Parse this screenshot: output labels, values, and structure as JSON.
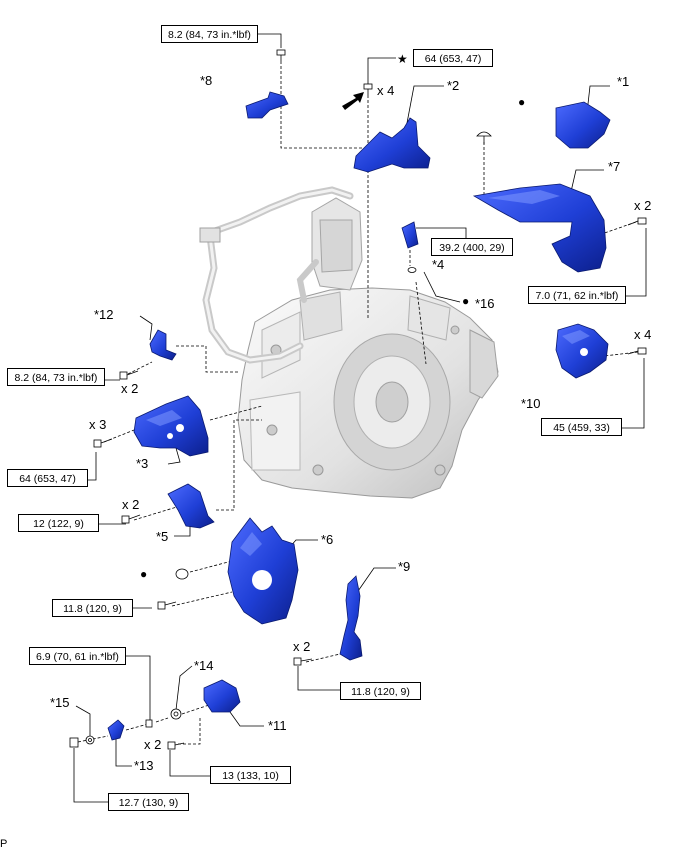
{
  "torque_boxes": {
    "t1": "8.2 (84, 73 in.*lbf)",
    "t2": "64 (653, 47)",
    "t3": "39.2 (400, 29)",
    "t4": "7.0 (71, 62 in.*lbf)",
    "t5": "8.2 (84, 73 in.*lbf)",
    "t6": "45 (459, 33)",
    "t7": "64 (653, 47)",
    "t8": "12 (122, 9)",
    "t9": "11.8 (120, 9)",
    "t10": "6.9 (70, 61 in.*lbf)",
    "t11": "11.8 (120, 9)",
    "t12": "13 (133, 10)",
    "t13": "12.7 (130, 9)"
  },
  "part_labels": {
    "p1": "*1",
    "p2": "*2",
    "p3": "*3",
    "p4": "*4",
    "p5": "*5",
    "p6": "*6",
    "p7": "*7",
    "p8": "*8",
    "p9": "*9",
    "p10": "*10",
    "p11": "*11",
    "p12": "*12",
    "p13": "*13",
    "p14": "*14",
    "p15": "*15",
    "p16": "*16"
  },
  "quantity_labels": {
    "q1": "x 4",
    "q2": "x 2",
    "q3": "x 4",
    "q4": "x 2",
    "q5": "x 3",
    "q6": "x 2",
    "q7": "x 2",
    "q8": "x 2"
  },
  "symbols": {
    "star": "★",
    "dot": "●",
    "corner_mark": "P"
  },
  "colors": {
    "part_blue": "#1f3fd6",
    "part_blue_dark": "#0c1f8c",
    "transaxle_gray": "#e6e6e6",
    "line": "#000000"
  }
}
